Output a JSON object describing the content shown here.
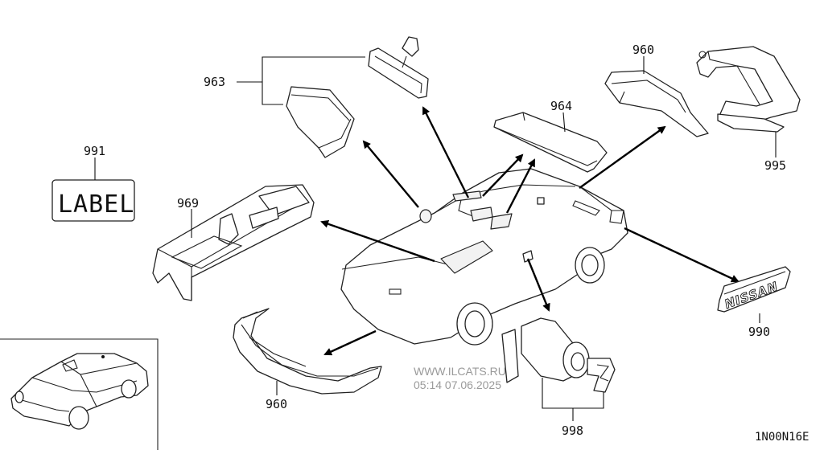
{
  "callouts": {
    "mirror_visors": "963",
    "label": "991",
    "console": "969",
    "spoiler_rear": "960",
    "trim_top": "960",
    "sun_visor": "964",
    "jack": "995",
    "emblem": "990",
    "key_cylinder": "998"
  },
  "label_plate_text": "LABEL",
  "emblem_text": "NISSAN",
  "watermark": {
    "site": "WWW.ILCATS.RU",
    "timestamp": "05:14 07.06.2025"
  },
  "diagram_code": "1N00N16E",
  "colors": {
    "line": "#222222",
    "background": "#ffffff",
    "watermark": "#9a9a9a"
  }
}
